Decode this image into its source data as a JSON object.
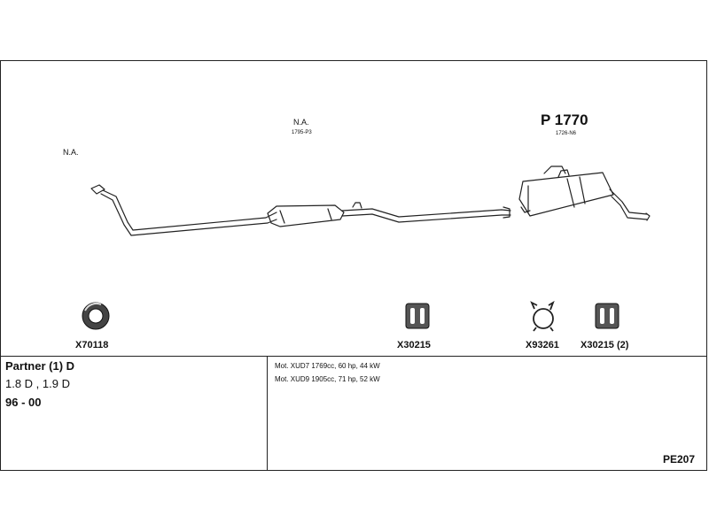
{
  "diagram": {
    "labels": {
      "front_na": "N.A.",
      "middle_na": "N.A.",
      "middle_subcode": "1795-P3",
      "rear_part": "P 1770",
      "rear_subcode": "1726-N6"
    },
    "accessories": [
      {
        "code": "X70118",
        "icon": "ring-gasket-icon"
      },
      {
        "code": "X30215",
        "icon": "rubber-hanger-icon"
      },
      {
        "code": "X93261",
        "icon": "pipe-clamp-icon"
      },
      {
        "code": "X30215 (2)",
        "icon": "rubber-hanger-icon"
      }
    ]
  },
  "vehicle": {
    "model": "Partner (1) D",
    "engines": "1.8 D , 1.9 D",
    "years": "96 - 00"
  },
  "motors": [
    "Mot. XUD7 1769cc, 60 hp, 44 kW",
    "Mot. XUD9 1905cc, 71 hp, 52 kW"
  ],
  "reference": "PE207",
  "colors": {
    "line": "#222222",
    "background": "#ffffff"
  }
}
